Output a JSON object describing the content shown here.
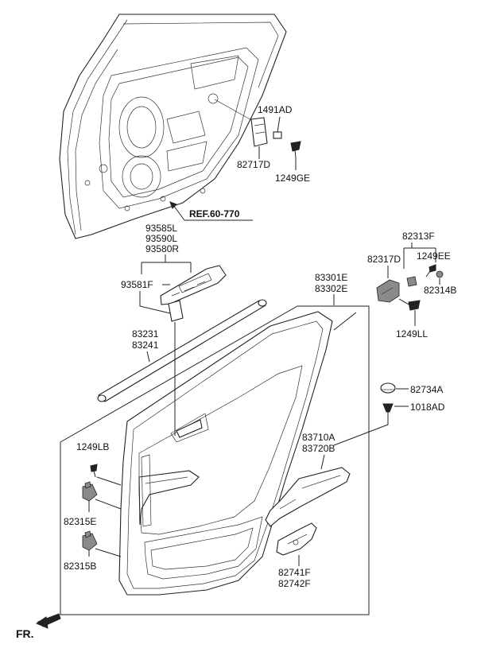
{
  "labels": {
    "p1491AD": "1491AD",
    "p82717D": "82717D",
    "p1249GE": "1249GE",
    "ref": "REF.60-770",
    "p93585L": "93585L",
    "p93590L": "93590L",
    "p93580R": "93580R",
    "p93581F": "93581F",
    "p82313F": "82313F",
    "p82317D": "82317D",
    "p1249EE": "1249EE",
    "p82314B": "82314B",
    "p83301E": "83301E",
    "p83302E": "83302E",
    "p1249LL": "1249LL",
    "p83231": "83231",
    "p83241": "83241",
    "p82734A": "82734A",
    "p1018AD": "1018AD",
    "p1249LB": "1249LB",
    "p83710A": "83710A",
    "p83720B": "83720B",
    "p82315E": "82315E",
    "p82315B": "82315B",
    "p82741F": "82741F",
    "p82742F": "82742F",
    "fr": "FR."
  }
}
